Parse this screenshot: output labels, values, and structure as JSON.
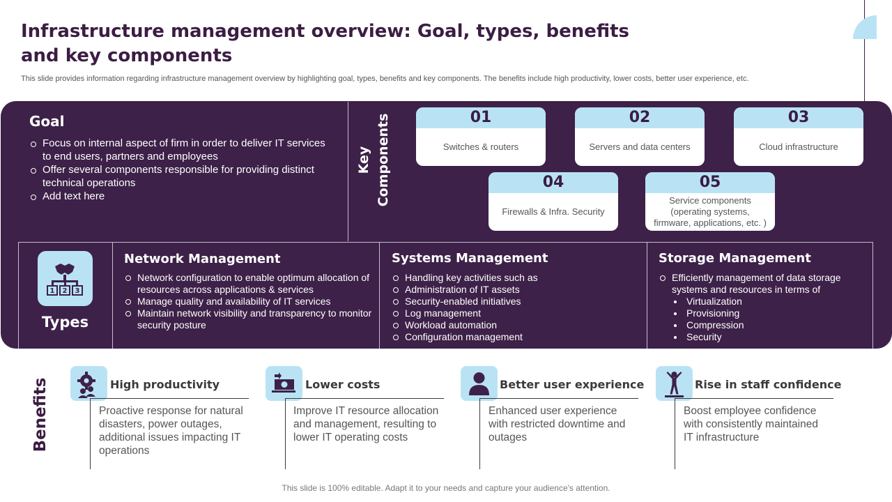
{
  "header": {
    "title": "Infrastructure management overview: Goal, types, benefits and key components",
    "subtitle": "This slide provides information regarding infrastructure management overview by highlighting goal, types, benefits and key components. The benefits include high productivity, lower costs, better user experience, etc."
  },
  "goal": {
    "title": "Goal",
    "items": [
      "Focus on internal aspect of firm in order to deliver IT services to end users, partners and employees",
      "Offer several components responsible for providing distinct technical operations",
      "Add text here"
    ]
  },
  "key_components": {
    "label": "Key Components",
    "items": [
      {
        "num": "01",
        "text": "Switches & routers"
      },
      {
        "num": "02",
        "text": "Servers and data centers"
      },
      {
        "num": "03",
        "text": "Cloud infrastructure"
      },
      {
        "num": "04",
        "text": "Firewalls & Infra. Security"
      },
      {
        "num": "05",
        "text": "Service components (operating systems, firmware, applications, etc. )"
      }
    ]
  },
  "types": {
    "label": "Types",
    "icon": "hierarchy-handshake-icon",
    "columns": [
      {
        "title": "Network Management",
        "items": [
          "Network configuration to enable optimum allocation of resources across applications & services",
          "Manage quality and availability of IT services",
          "Maintain network visibility and transparency to monitor security posture"
        ]
      },
      {
        "title": "Systems Management",
        "items": [
          "Handling key activities such as",
          "Administration of IT assets",
          "Security-enabled initiatives",
          "Log management",
          "Workload automation",
          "Configuration management"
        ]
      },
      {
        "title": "Storage Management",
        "items": [
          "Efficiently management of data storage systems and resources in terms of"
        ],
        "sub_items": [
          "Virtualization",
          "Provisioning",
          "Compression",
          "Security"
        ]
      }
    ]
  },
  "benefits": {
    "label": "Benefits",
    "items": [
      {
        "title": "High productivity",
        "icon": "gear-people-icon",
        "desc": "Proactive response for natural disasters, power outages, additional issues impacting IT operations"
      },
      {
        "title": "Lower costs",
        "icon": "money-icon",
        "desc": "Improve IT resource allocation and management, resulting to lower IT operating costs"
      },
      {
        "title": "Better user experience",
        "icon": "user-icon",
        "desc": "Enhanced user experience with restricted downtime and outages"
      },
      {
        "title": "Rise in staff confidence",
        "icon": "confident-person-icon",
        "desc": "Boost employee confidence with consistently maintained IT infrastructure"
      }
    ]
  },
  "footer": "This slide is 100% editable. Adapt it to your needs and capture your audience's attention.",
  "colors": {
    "primary": "#3d2148",
    "accent": "#b9e3f5"
  }
}
